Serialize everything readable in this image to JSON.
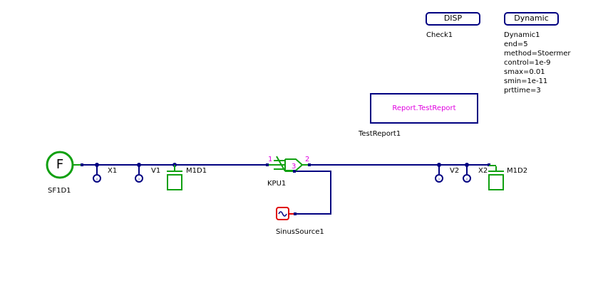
{
  "diagram": {
    "blocks": {
      "disp": {
        "label": "DISP",
        "name": "Check1"
      },
      "dynamic": {
        "label": "Dynamic",
        "name": "Dynamic1",
        "params": [
          "end=5",
          "method=Stoermer",
          "control=1e-9",
          "smax=0.01",
          "smin=1e-11",
          "prttime=3"
        ]
      },
      "report": {
        "label": "Report.TestReport",
        "name": "TestReport1"
      }
    },
    "components": {
      "force_source": {
        "glyph": "F",
        "name": "SF1D1"
      },
      "x1": {
        "name": "X1"
      },
      "v1": {
        "name": "V1"
      },
      "m1d1": {
        "name": "M1D1"
      },
      "kpu1": {
        "name": "KPU1",
        "pins": [
          "1",
          "2",
          "3"
        ]
      },
      "sinus": {
        "name": "SinusSource1"
      },
      "v2": {
        "name": "V2"
      },
      "x2": {
        "name": "X2"
      },
      "m1d2": {
        "name": "M1D2"
      }
    },
    "colors": {
      "wire": "#000080",
      "mechanical": "#10a010",
      "signal_source": "#e00000",
      "pin_label": "#e000e0"
    }
  }
}
